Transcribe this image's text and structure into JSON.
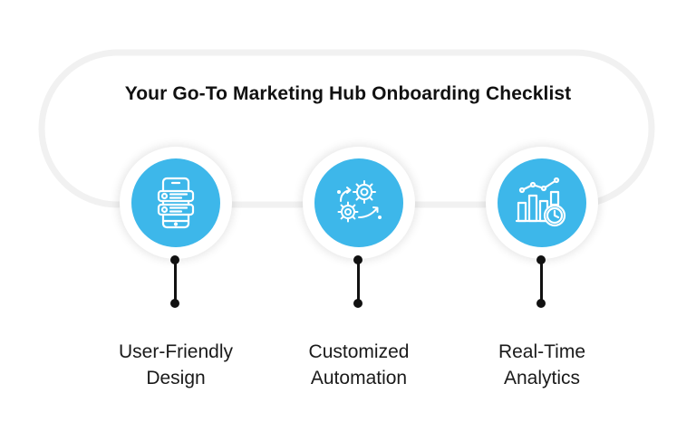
{
  "title": "Your Go-To Marketing Hub Onboarding Checklist",
  "colors": {
    "accent": "#3db7ea",
    "track": "#f1f1f1",
    "text": "#111111"
  },
  "steps": [
    {
      "icon": "mobile-app-icon",
      "label_line1": "User-Friendly",
      "label_line2": "Design"
    },
    {
      "icon": "gears-automation-icon",
      "label_line1": "Customized",
      "label_line2": "Automation"
    },
    {
      "icon": "analytics-chart-clock-icon",
      "label_line1": "Real-Time",
      "label_line2": "Analytics"
    }
  ]
}
